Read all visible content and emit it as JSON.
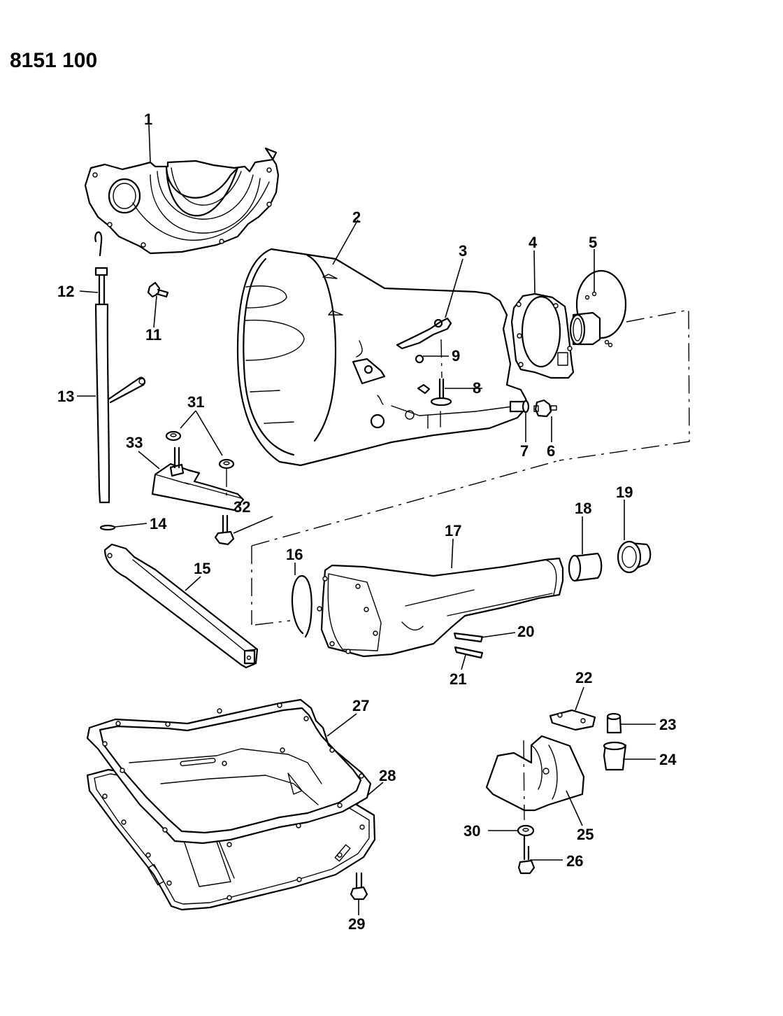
{
  "figure_number": "8151 100",
  "callouts": [
    {
      "id": "1",
      "label": "1"
    },
    {
      "id": "2",
      "label": "2"
    },
    {
      "id": "3",
      "label": "3"
    },
    {
      "id": "4",
      "label": "4"
    },
    {
      "id": "5",
      "label": "5"
    },
    {
      "id": "6",
      "label": "6"
    },
    {
      "id": "7",
      "label": "7"
    },
    {
      "id": "8",
      "label": "8"
    },
    {
      "id": "9",
      "label": "9"
    },
    {
      "id": "11",
      "label": "11"
    },
    {
      "id": "12",
      "label": "12"
    },
    {
      "id": "13",
      "label": "13"
    },
    {
      "id": "14",
      "label": "14"
    },
    {
      "id": "15",
      "label": "15"
    },
    {
      "id": "16",
      "label": "16"
    },
    {
      "id": "17",
      "label": "17"
    },
    {
      "id": "18",
      "label": "18"
    },
    {
      "id": "19",
      "label": "19"
    },
    {
      "id": "20",
      "label": "20"
    },
    {
      "id": "21",
      "label": "21"
    },
    {
      "id": "22",
      "label": "22"
    },
    {
      "id": "23",
      "label": "23"
    },
    {
      "id": "24",
      "label": "24"
    },
    {
      "id": "25",
      "label": "25"
    },
    {
      "id": "26",
      "label": "26"
    },
    {
      "id": "27",
      "label": "27"
    },
    {
      "id": "28",
      "label": "28"
    },
    {
      "id": "29",
      "label": "29"
    },
    {
      "id": "30",
      "label": "30"
    },
    {
      "id": "31",
      "label": "31"
    },
    {
      "id": "32",
      "label": "32"
    },
    {
      "id": "33",
      "label": "33"
    }
  ]
}
